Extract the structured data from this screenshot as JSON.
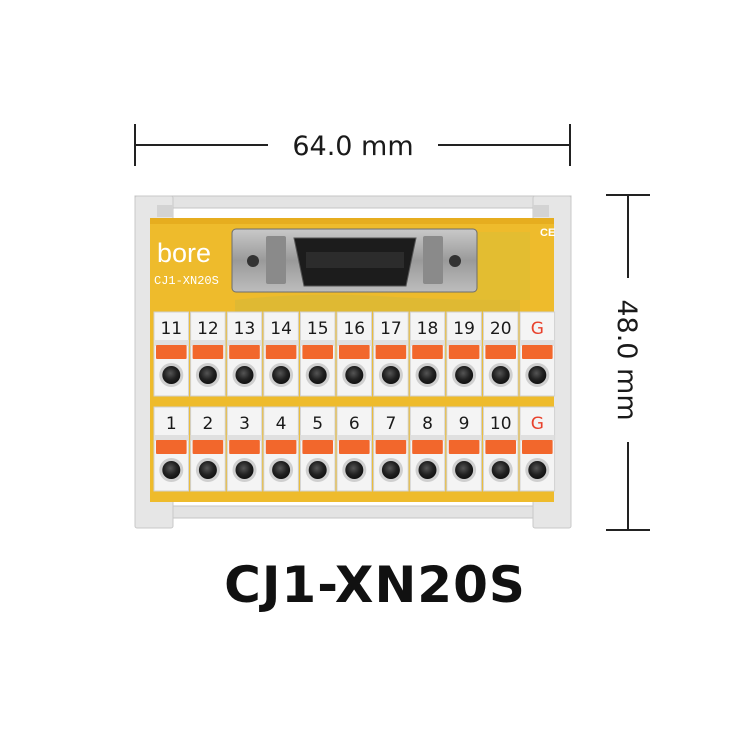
{
  "dimensions": {
    "width": "64.0 mm",
    "height": "48.0 mm"
  },
  "board": {
    "brand": "bore",
    "model_print": "CJ1-XN20S",
    "mark": "CE",
    "top_row": [
      "11",
      "12",
      "13",
      "14",
      "15",
      "16",
      "17",
      "18",
      "19",
      "20",
      "G"
    ],
    "bottom_row": [
      "1",
      "2",
      "3",
      "4",
      "5",
      "6",
      "7",
      "8",
      "9",
      "10",
      "G"
    ]
  },
  "title": "CJ1-XN20S",
  "colors": {
    "pcb": "#eebb2c",
    "lever": "#f2672c",
    "rail": "#dcdcdc",
    "terminal": "#f4f4f4",
    "ground_label": "#e8412c"
  }
}
